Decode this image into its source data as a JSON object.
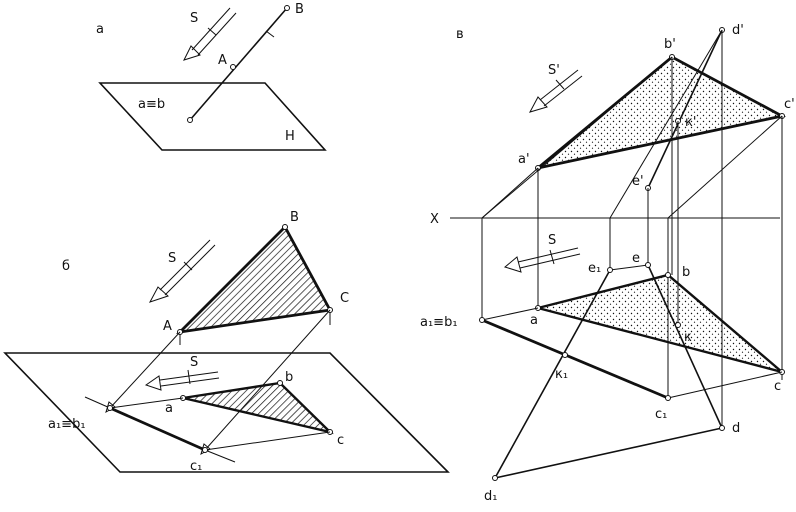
{
  "panels": {
    "a": {
      "label": "а",
      "point_top": "B",
      "point_mid": "A",
      "plane_note": "a≡b",
      "plane_name": "H",
      "direction": "S"
    },
    "b": {
      "label": "б",
      "vertex_B": "B",
      "vertex_A": "A",
      "vertex_C": "C",
      "direction_upper": "S",
      "direction_lower": "S",
      "proj_b": "b",
      "proj_a": "a",
      "proj_c": "c",
      "proj_a1b1": "a₁≡b₁",
      "proj_c1": "c₁"
    },
    "v": {
      "label": "в",
      "dir_front": "S'",
      "b_prime": "b'",
      "d_prime": "d'",
      "c_prime": "c'",
      "a_prime": "a'",
      "k_prime": "к'",
      "e_prime": "e'",
      "axis": "X",
      "dir_top": "S",
      "e1": "e₁",
      "e": "e",
      "b": "b",
      "a1b1": "a₁≡b₁",
      "a": "a",
      "k": "к",
      "k1": "к₁",
      "c": "c",
      "c1": "c₁",
      "d": "d",
      "d1": "d₁"
    }
  }
}
